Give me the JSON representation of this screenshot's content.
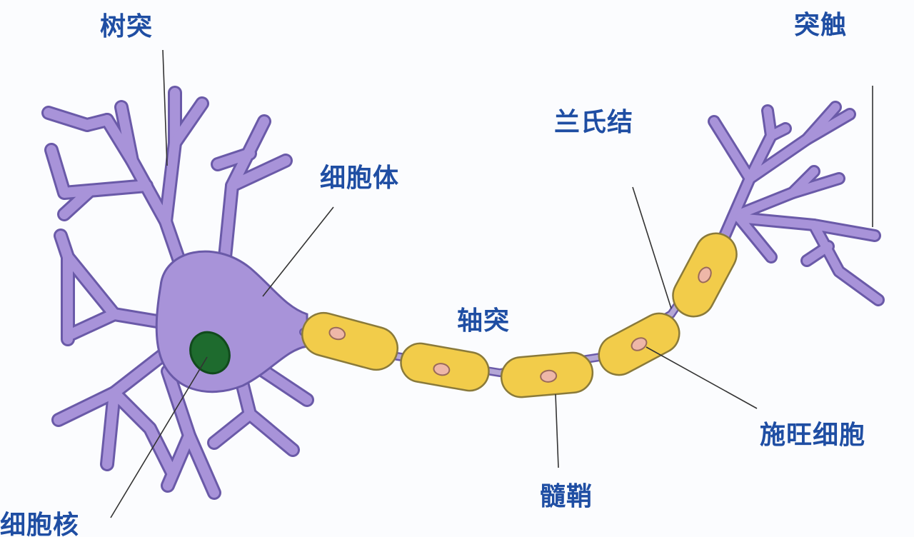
{
  "labels": {
    "dendrite": "树突",
    "axon_terminal": "突触",
    "node_of_ranvier": "兰氏结",
    "cell_body": "细胞体",
    "axon": "轴突",
    "schwann_cell": "施旺细胞",
    "myelin_sheath": "髓鞘",
    "nucleus": "细胞核"
  },
  "colors": {
    "label_text": "#1f4ea3",
    "cell_body_fill": "#a893d9",
    "cell_outline": "#6a5aa8",
    "nucleus_fill": "#1e6b2e",
    "myelin_fill": "#f2cc4a",
    "myelin_outline": "#8a7a3a",
    "schwann_nucleus_fill": "#eeb7a8",
    "axon_fill": "#b4a7d6",
    "leader_line": "#333333"
  }
}
